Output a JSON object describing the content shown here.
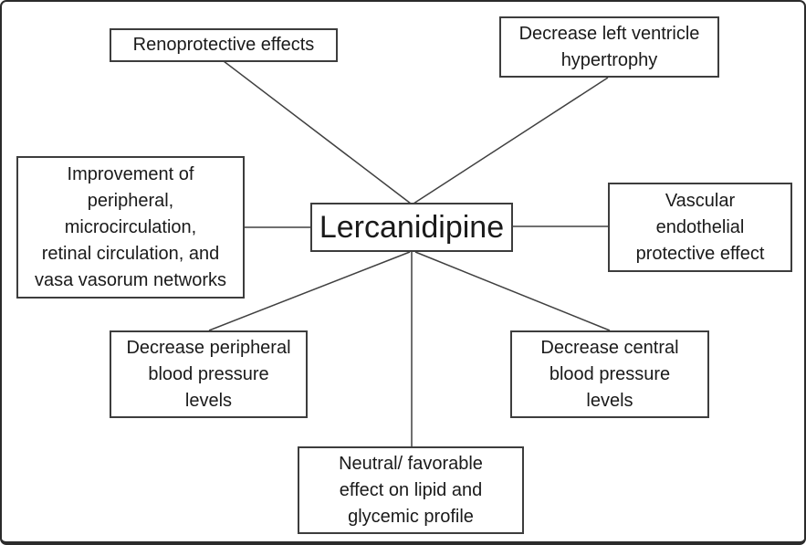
{
  "diagram": {
    "center": {
      "id": "lercanidipine",
      "label": "Lercanidipine"
    },
    "nodes": [
      {
        "id": "renoprotective-effects",
        "label": "Renoprotective effects",
        "lines": [
          "Renoprotective effects"
        ],
        "position": "top-left"
      },
      {
        "id": "decrease-left-ventricle-hypertrophy",
        "label": "Decrease left ventricle hypertrophy",
        "lines": [
          "Decrease left ventricle",
          "hypertrophy"
        ],
        "position": "top-right"
      },
      {
        "id": "improvement-circulation",
        "label": "Improvement of peripheral, microcirculation, retinal circulation, and vasa vasorum networks",
        "lines": [
          "Improvement of",
          "peripheral,",
          "microcirculation,",
          "retinal circulation, and",
          "vasa vasorum networks"
        ],
        "position": "middle-left"
      },
      {
        "id": "vascular-endothelial-protective-effect",
        "label": "Vascular endothelial protective effect",
        "lines": [
          "Vascular",
          "endothelial",
          "protective effect"
        ],
        "position": "middle-right"
      },
      {
        "id": "decrease-peripheral-blood-pressure",
        "label": "Decrease peripheral blood pressure levels",
        "lines": [
          "Decrease peripheral",
          "blood pressure",
          "levels"
        ],
        "position": "bottom-left"
      },
      {
        "id": "decrease-central-blood-pressure",
        "label": "Decrease central blood pressure levels",
        "lines": [
          "Decrease central",
          "blood pressure",
          "levels"
        ],
        "position": "bottom-right"
      },
      {
        "id": "neutral-favorable-lipid-glycemic",
        "label": "Neutral/ favorable effect on lipid and glycemic profile",
        "lines": [
          "Neutral/ favorable",
          "effect on lipid and",
          "glycemic profile"
        ],
        "position": "bottom-center"
      }
    ],
    "connections": [
      {
        "from": "renoprotective-effects",
        "to": "lercanidipine"
      },
      {
        "from": "decrease-left-ventricle-hypertrophy",
        "to": "lercanidipine"
      },
      {
        "from": "improvement-circulation",
        "to": "lercanidipine"
      },
      {
        "from": "lercanidipine",
        "to": "vascular-endothelial-protective-effect"
      },
      {
        "from": "lercanidipine",
        "to": "decrease-peripheral-blood-pressure"
      },
      {
        "from": "lercanidipine",
        "to": "neutral-favorable-lipid-glycemic"
      },
      {
        "from": "lercanidipine",
        "to": "decrease-central-blood-pressure"
      }
    ],
    "colors": {
      "background": "#ffffff",
      "box_border": "#3d3d3d",
      "connector_line": "#404040",
      "frame_border": "#2b2b2b",
      "text": "#1a1a1a"
    }
  }
}
